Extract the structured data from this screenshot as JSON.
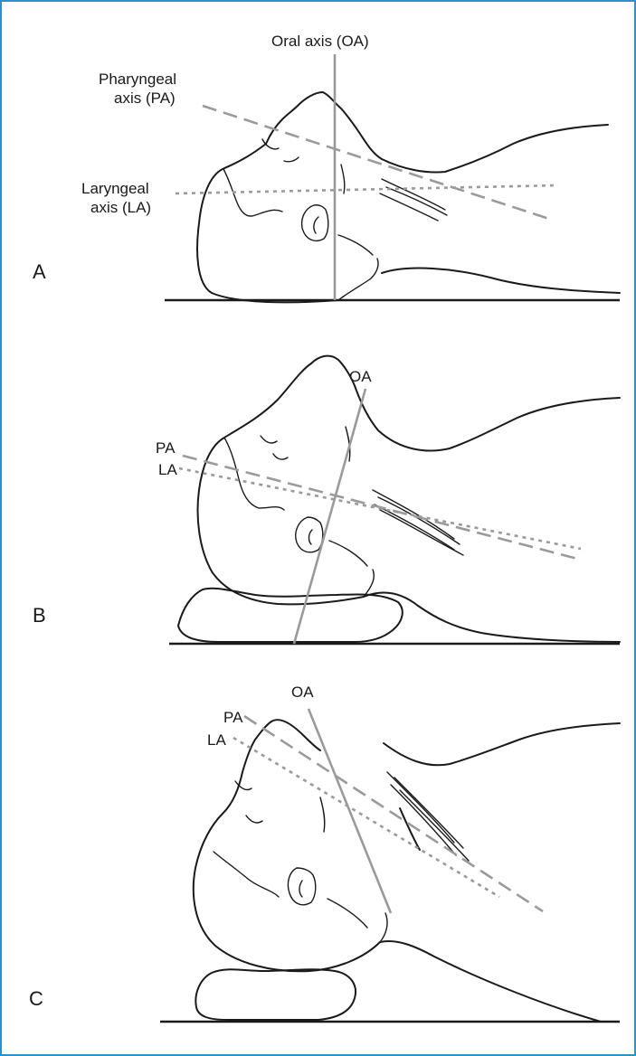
{
  "panels": {
    "a": {
      "panel_label": "A",
      "oral_axis_label": "Oral axis (OA)",
      "pharyngeal_axis_label_line1": "Pharyngeal",
      "pharyngeal_axis_label_line2": "axis (PA)",
      "laryngeal_axis_label_line1": "Laryngeal",
      "laryngeal_axis_label_line2": "axis (LA)"
    },
    "b": {
      "panel_label": "B",
      "oral_axis_label": "OA",
      "pharyngeal_axis_label": "PA",
      "laryngeal_axis_label": "LA"
    },
    "c": {
      "panel_label": "C",
      "oral_axis_label": "OA",
      "pharyngeal_axis_label": "PA",
      "laryngeal_axis_label": "LA"
    }
  },
  "colors": {
    "frame_border": "#2f8fc7",
    "axis_lines": "#9a9a9a",
    "outline": "#1a1a1a"
  }
}
